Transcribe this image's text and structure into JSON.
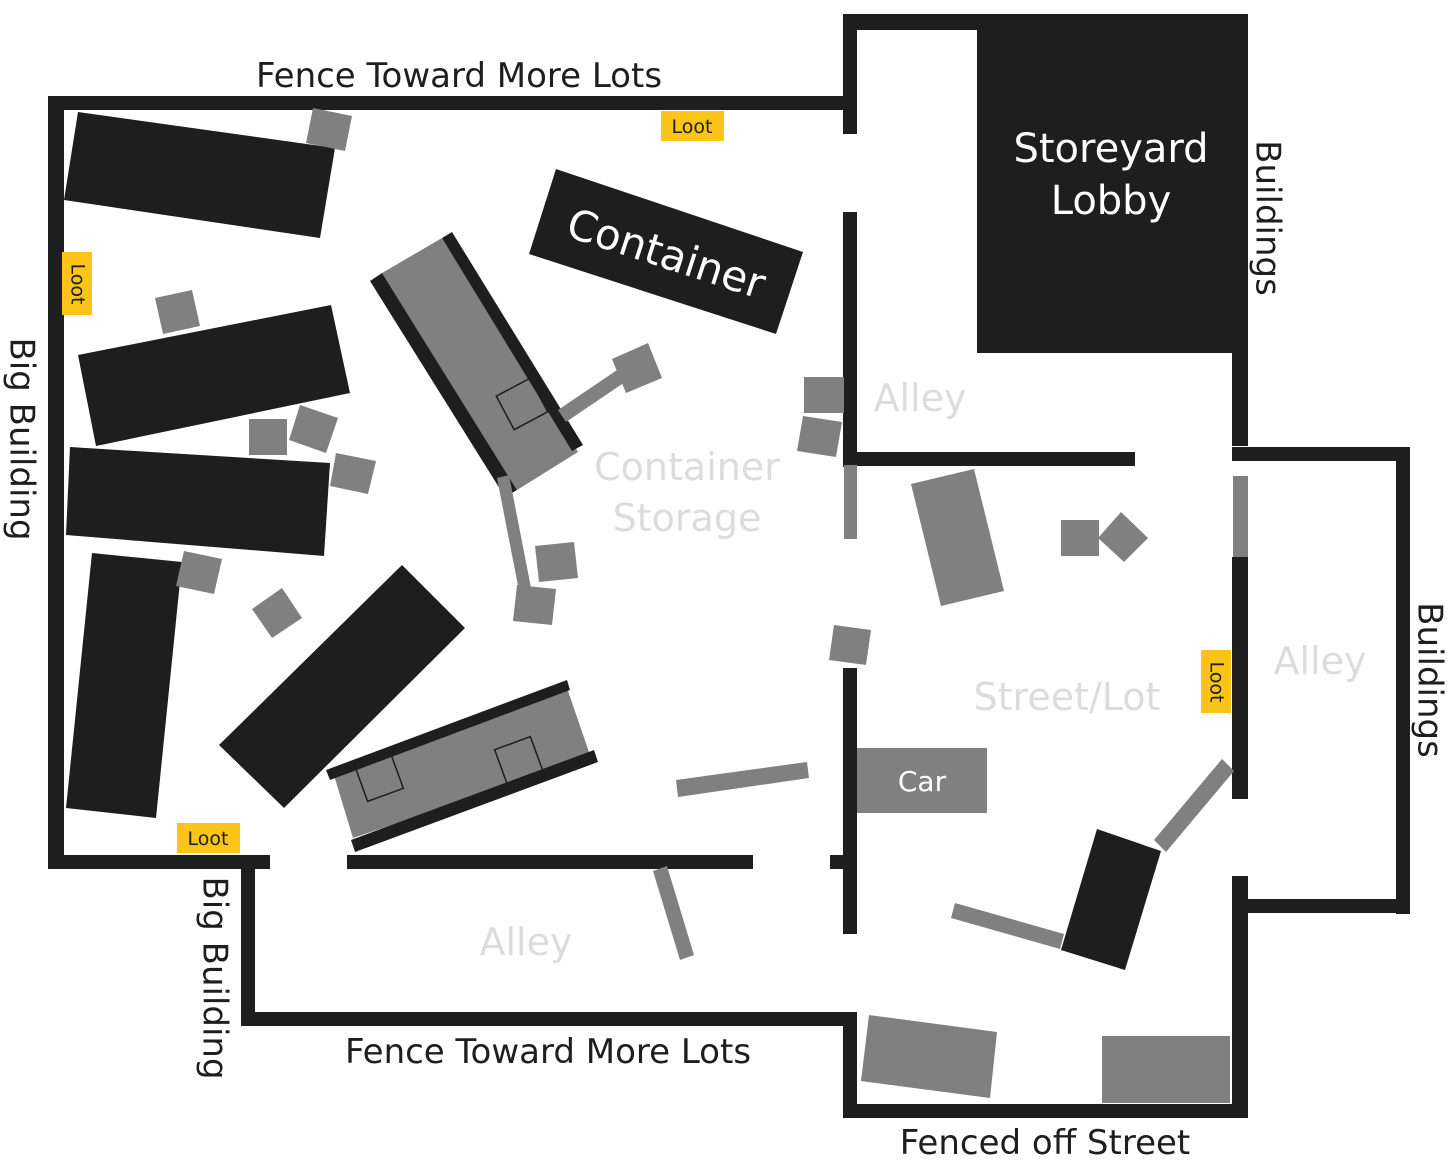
{
  "map": {
    "colors": {
      "wall": "#1e1e1e",
      "obstacle_dark": "#1e1e1e",
      "obstacle_grey": "#808080",
      "loot": "#fcc419",
      "area_label": "#dcdcdc"
    },
    "edge_labels": {
      "fence_top": "Fence Toward More Lots",
      "fence_bottom": "Fence Toward More Lots",
      "big_building_left": "Big Building",
      "big_building_bottom": "Big Building",
      "buildings_right_top": "Buildings",
      "buildings_right": "Buildings",
      "fenced_off_street": "Fenced off Street"
    },
    "areas": {
      "storeyard_lobby_line1": "Storeyard",
      "storeyard_lobby_line2": "Lobby",
      "container_label": "Container",
      "container_storage_line1": "Container",
      "container_storage_line2": "Storage",
      "alley_upper": "Alley",
      "alley_bottom": "Alley",
      "alley_right": "Alley",
      "street_lot": "Street/Lot",
      "car": "Car"
    },
    "loot": {
      "top": "Loot",
      "left": "Loot",
      "bottom": "Loot",
      "right": "Loot"
    }
  }
}
